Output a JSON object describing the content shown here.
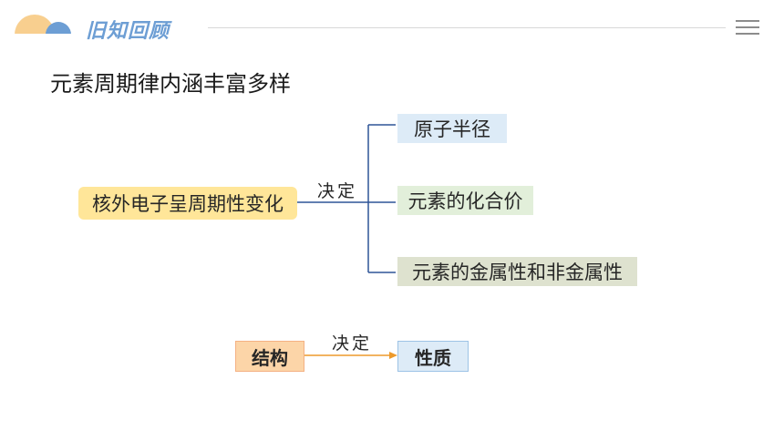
{
  "header": {
    "title": "旧知回顾",
    "logo_colors": {
      "sun": "#f8cf8f",
      "cloud": "#6d9ed4"
    }
  },
  "page_title": "元素周期律内涵丰富多样",
  "diagram": {
    "source": "核外电子呈周期性变化",
    "relation_label": "决定",
    "targets": [
      "原子半径",
      "元素的化合价",
      "元素的金属性和非金属性"
    ],
    "summary": {
      "from": "结构",
      "relation_label": "决定",
      "to": "性质"
    },
    "colors": {
      "tree_line": "#2f5597",
      "summary_arrow": "#ed9a2b"
    }
  }
}
